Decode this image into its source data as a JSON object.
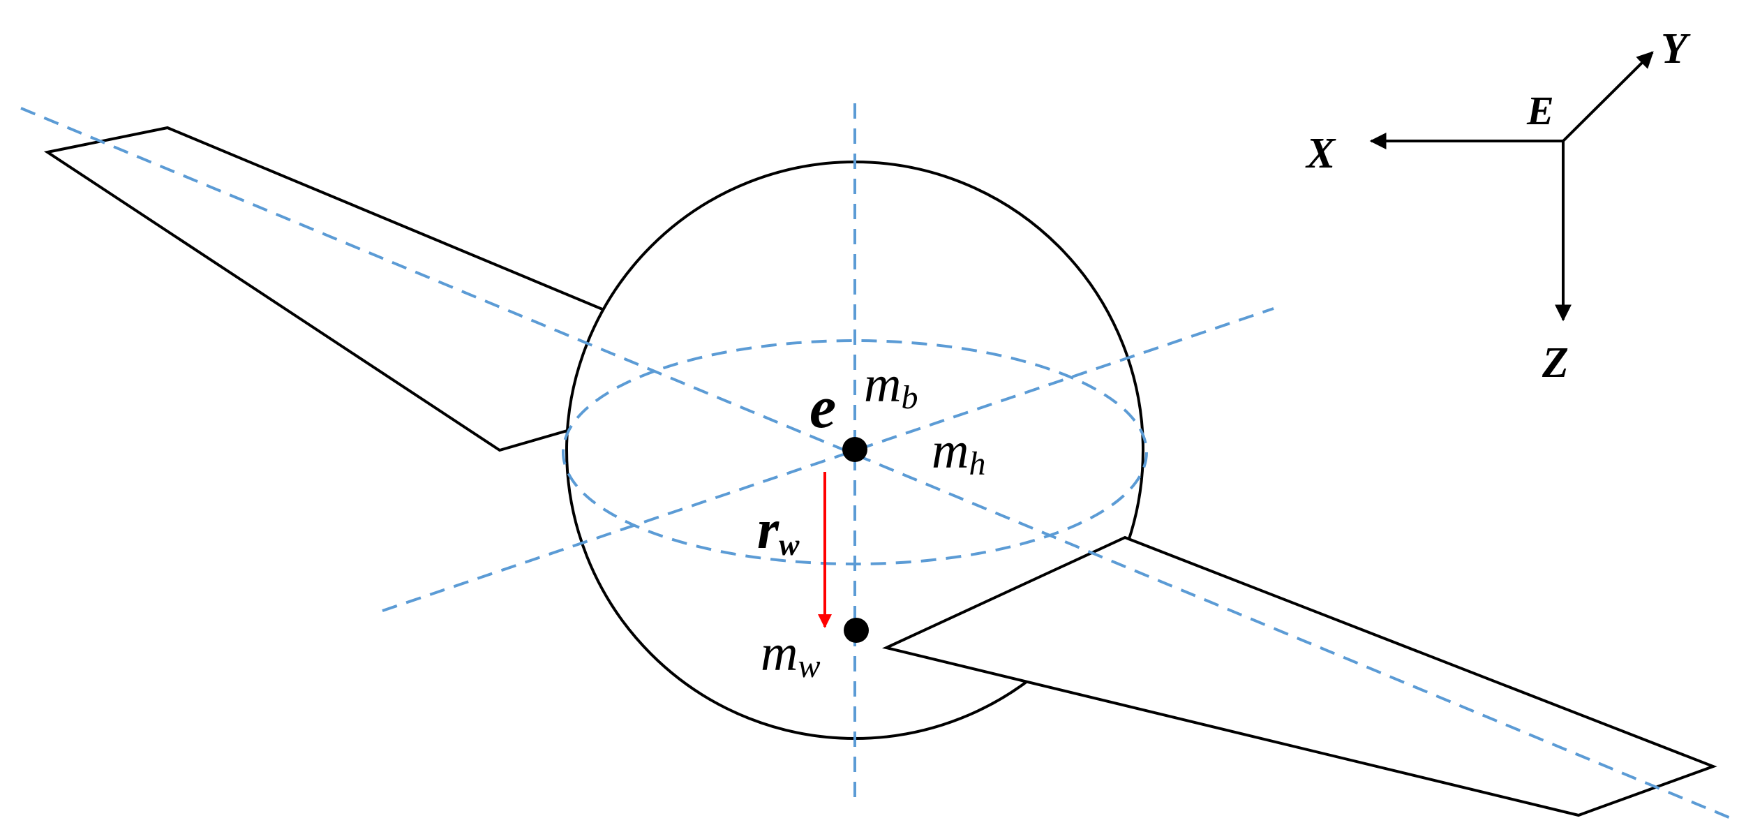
{
  "colors": {
    "outline": "#000000",
    "dashed_axes": "#5b9bd5",
    "vector_arrow": "#ff0000",
    "background": "#ffffff"
  },
  "frame": {
    "origin_label": "E",
    "x_label": "X",
    "y_label": "Y",
    "z_label": "Z"
  },
  "labels": {
    "e": "e",
    "m_b_base": "m",
    "m_b_sub": "b",
    "m_h_base": "m",
    "m_h_sub": "h",
    "r_w_base": "r",
    "r_w_sub": "w",
    "m_w_base": "m",
    "m_w_sub": "w"
  }
}
